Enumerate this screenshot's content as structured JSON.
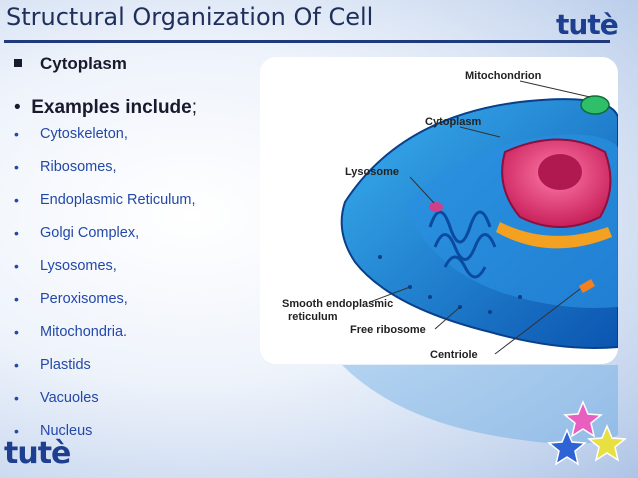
{
  "slide": {
    "title": "Structural Organization Of Cell",
    "logo_text": "tutè",
    "heading": "Cytoplasm",
    "examples_label": "Examples include",
    "examples_punct": ";",
    "items": [
      "Cytoskeleton,",
      "Ribosomes,",
      "Endoplasmic Reticulum,",
      "Golgi Complex,",
      "Lysosomes,",
      "Peroxisomes,",
      "Mitochondria.",
      "Plastids",
      "Vacuoles",
      "Nucleus"
    ]
  },
  "figure": {
    "labels": {
      "mitochondrion": "Mitochondrion",
      "cytoplasm": "Cytoplasm",
      "lysosome": "Lysosome",
      "smooth_er_1": "Smooth endoplasmic",
      "smooth_er_2": "reticulum",
      "free_ribosome": "Free ribosome",
      "centriole": "Centriole"
    }
  },
  "colors": {
    "title": "#1f2f5c",
    "rule": "#1f3a7a",
    "list_text": "#2348a8",
    "logo": "#1e3f8f",
    "cell_blue": "#1e7fd6",
    "nucleus_pink": "#e0306f"
  }
}
